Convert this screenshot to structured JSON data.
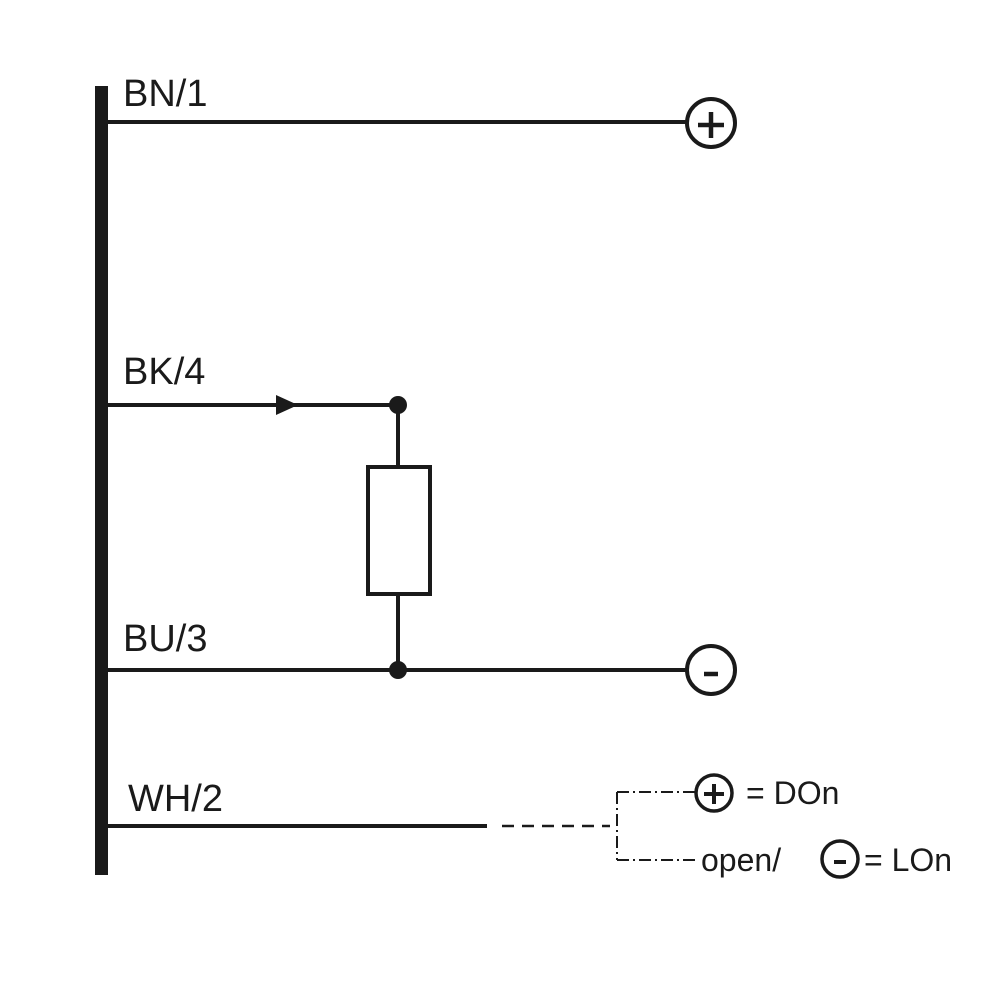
{
  "wires": [
    {
      "label": "BN/1"
    },
    {
      "label": "BK/4"
    },
    {
      "label": "BU/3"
    },
    {
      "label": "WH/2"
    }
  ],
  "terminals": {
    "positive": {
      "symbol": "+",
      "icon": "plus-terminal-icon"
    },
    "negative": {
      "symbol": "-",
      "icon": "minus-terminal-icon"
    }
  },
  "legend": {
    "upper": {
      "symbol": "+",
      "text": "= DOn"
    },
    "lower": {
      "prefix": "open/",
      "symbol": "-",
      "text": "= LOn"
    }
  },
  "colors": {
    "ink": "#1a1a1a",
    "background": "#ffffff"
  }
}
